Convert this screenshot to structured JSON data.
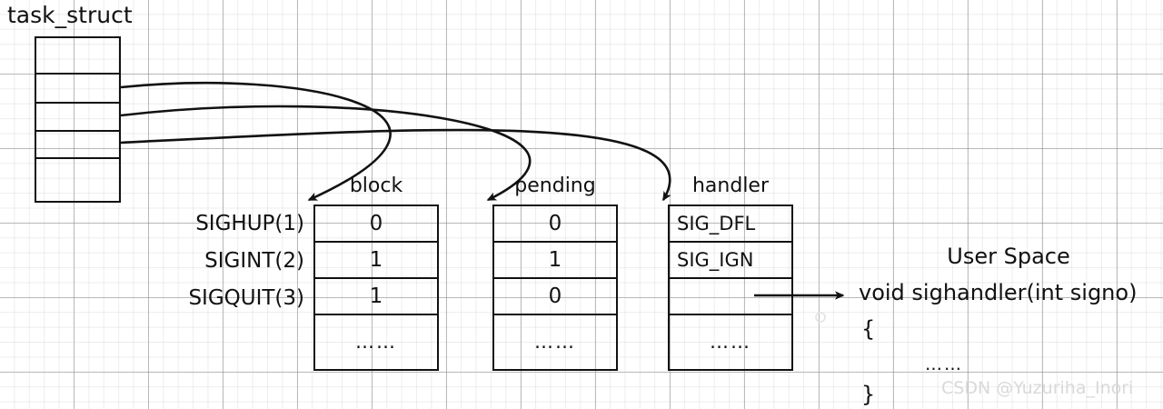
{
  "diagram": {
    "title": "task_struct",
    "task_struct": {
      "rows": 5
    },
    "signals": [
      {
        "label": "SIGHUP(1)"
      },
      {
        "label": "SIGINT(2)"
      },
      {
        "label": "SIGQUIT(3)"
      }
    ],
    "columns": [
      {
        "header": "block",
        "cells": [
          "0",
          "1",
          "1",
          "……"
        ]
      },
      {
        "header": "pending",
        "cells": [
          "0",
          "1",
          "0",
          "……"
        ]
      },
      {
        "header": "handler",
        "cells": [
          "SIG_DFL",
          "SIG_IGN",
          "",
          "……"
        ]
      }
    ],
    "user_space": {
      "title": "User Space",
      "prototype": "void sighandler(int signo)",
      "open_brace": "{",
      "body": "……",
      "close_brace": "}"
    },
    "watermark": "CSDN @Yuzuriha_Inori",
    "colors": {
      "stroke": "#111111",
      "background": "#ffffff",
      "grid_major": "#8c8c8c",
      "grid_minor": "#afafaf",
      "watermark": "#d9d9d9"
    }
  }
}
